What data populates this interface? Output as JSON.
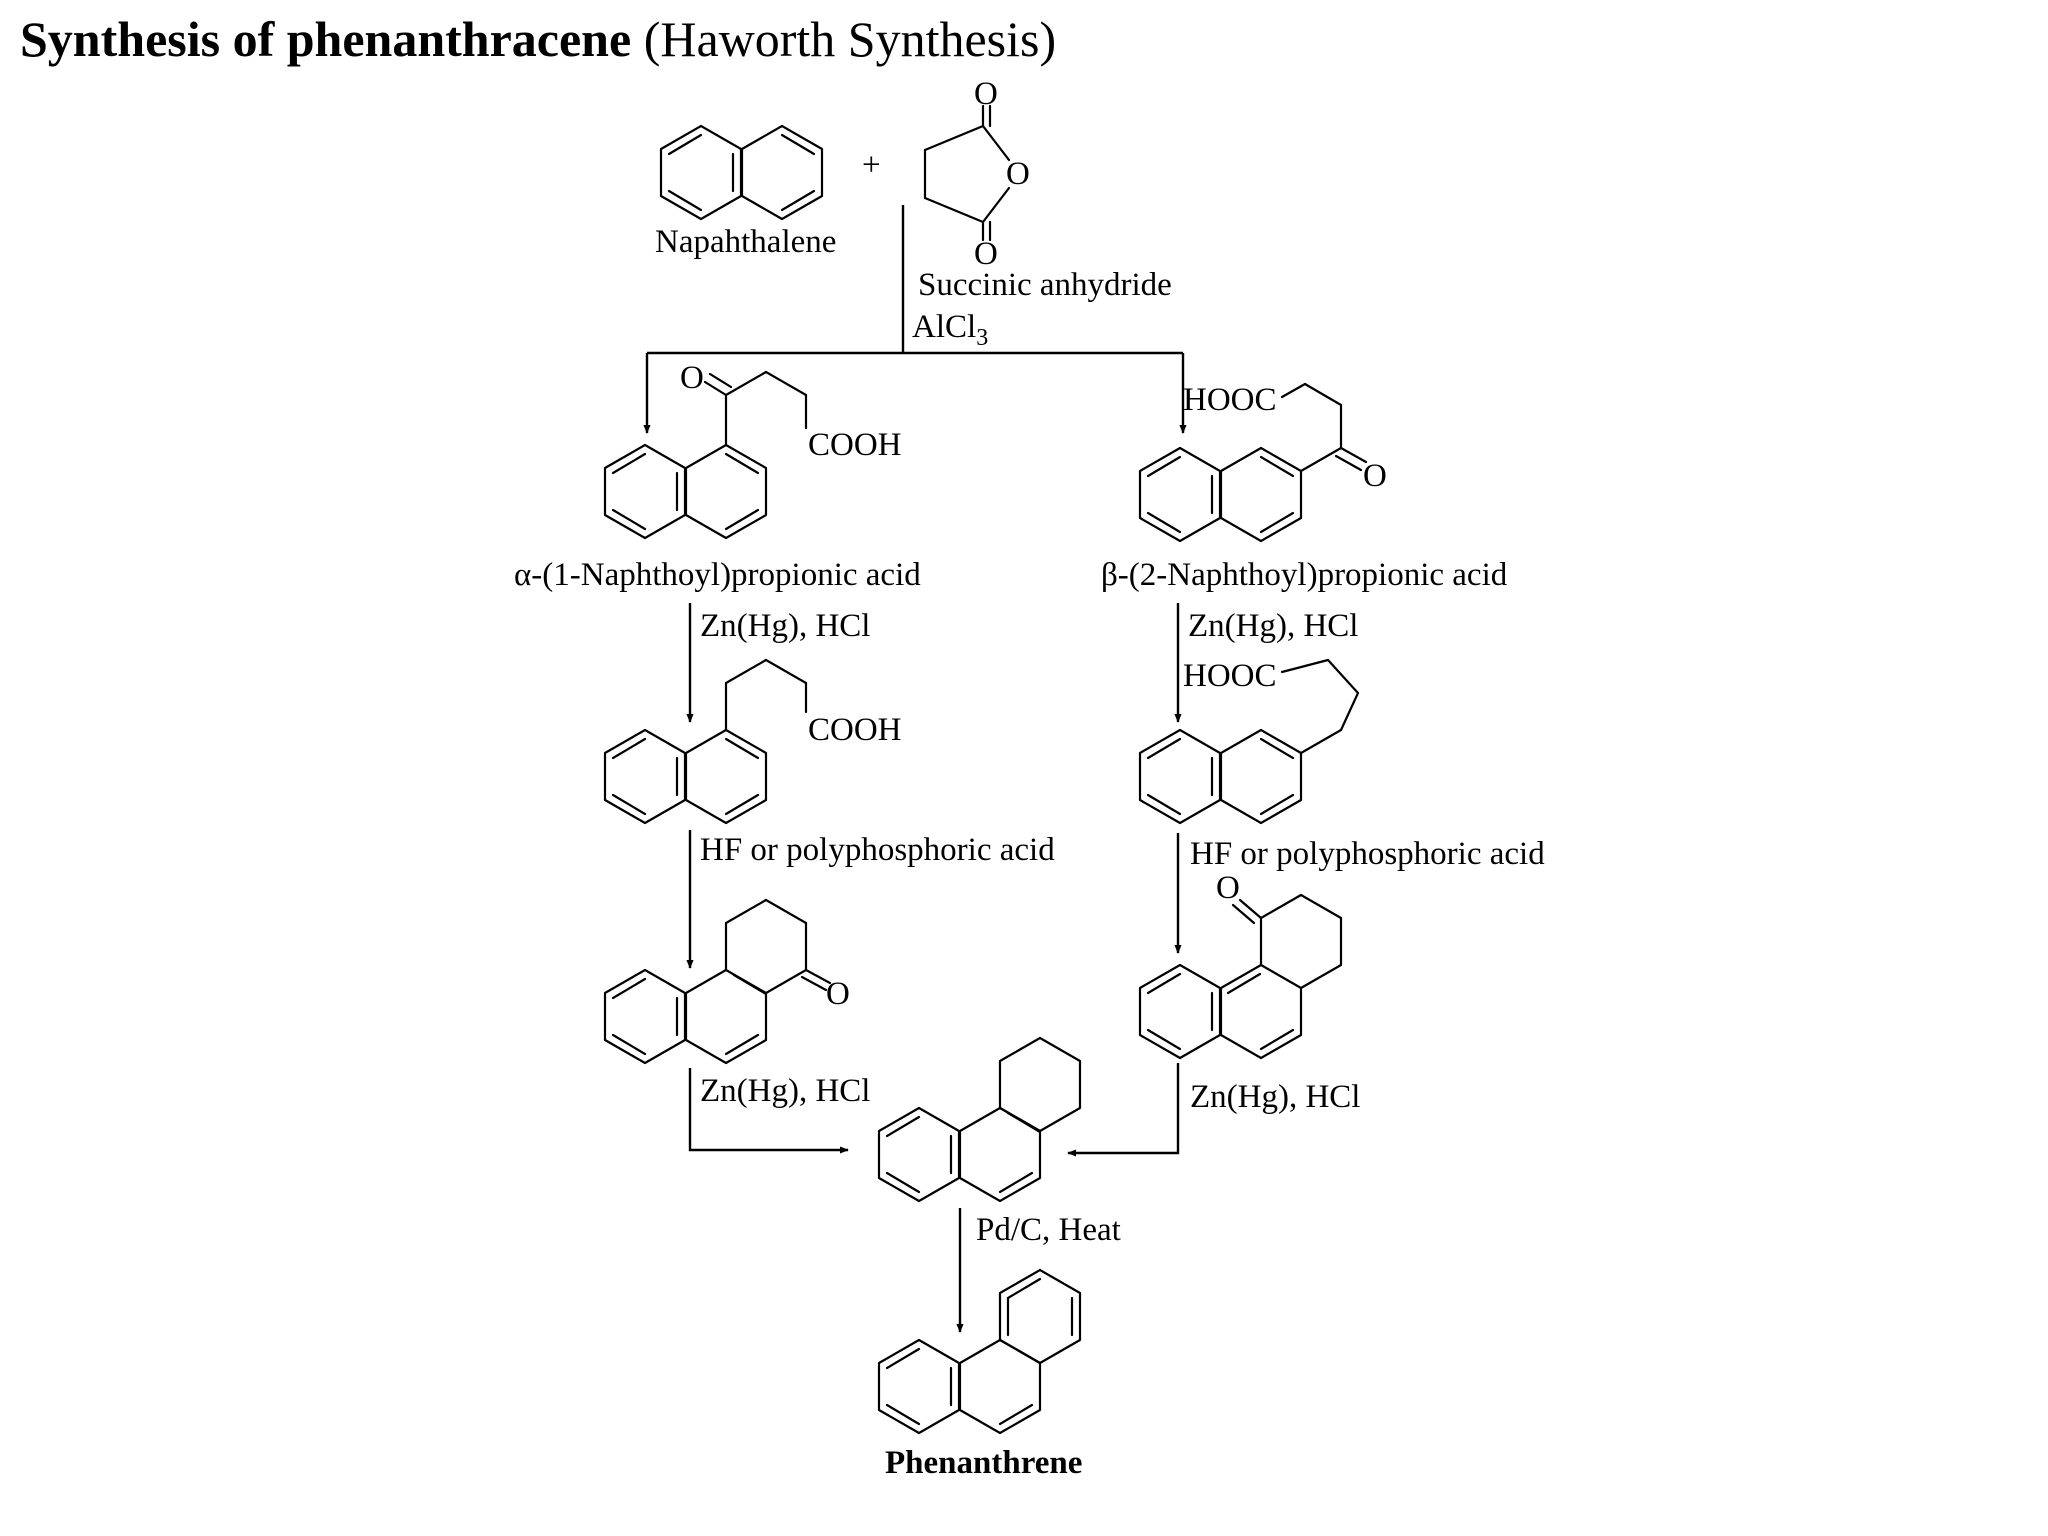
{
  "title": {
    "main": "Synthesis of phenanthracene",
    "sub": "(Haworth Synthesis)"
  },
  "labels": {
    "plus": "+",
    "naphthalene": "Napahthalene",
    "succinic_anhydride": "Succinic anhydride",
    "alcl3_main": "AlCl",
    "alcl3_sub": "3",
    "alpha_product": "α-(1-Naphthoyl)propionic acid",
    "beta_product": "β-(2-Naphthoyl)propionic acid",
    "final_product": "Phenanthrene"
  },
  "reagents": {
    "left_reduction_1": "Zn(Hg), HCl",
    "right_reduction_1": "Zn(Hg), HCl",
    "left_cyclization": "HF or polyphosphoric acid",
    "right_cyclization": "HF or polyphosphoric acid",
    "left_reduction_2": "Zn(Hg), HCl",
    "right_reduction_2": "Zn(Hg), HCl",
    "dehydrogenation": "Pd/C, Heat"
  },
  "atoms": {
    "O": "O",
    "COOH": "COOH",
    "HOOC": "HOOC"
  }
}
